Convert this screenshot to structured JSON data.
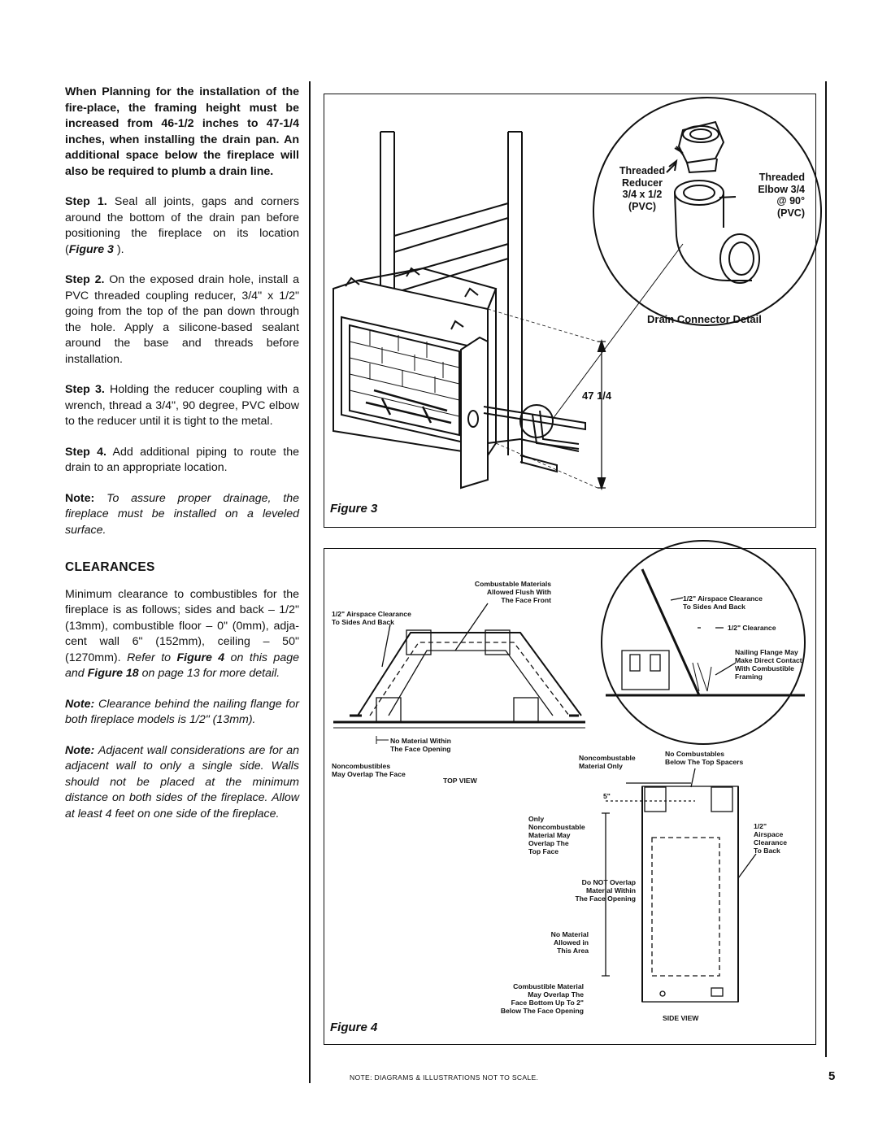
{
  "intro": "When Planning for the installation of the fire-place, the framing height must be increased from 46-1/2 inches to 47-1/4 inches, when installing the drain pan. An additional space below the fireplace will also be required to plumb a drain line.",
  "steps": [
    {
      "label": "Step 1.",
      "text": "Seal all joints, gaps and corners around the bottom of the drain pan before positioning the fireplace on its location (",
      "ref": "Figure 3",
      "after": " )."
    },
    {
      "label": "Step 2.",
      "text": "On the exposed drain hole, install a PVC threaded coupling reducer, 3/4\" x 1/2\" going from the top of the pan down through the hole. Apply a silicone-based sealant around the base and threads before installation."
    },
    {
      "label": "Step 3.",
      "text": "Holding the reducer coupling with a wrench, thread a 3/4\", 90 degree, PVC elbow to the reducer until it is tight to the metal."
    },
    {
      "label": "Step 4.",
      "text": "Add additional piping to route the drain to an appropriate location."
    }
  ],
  "note1": {
    "label": "Note:",
    "text": "To assure proper drainage, the fireplace must be installed on a leveled surface."
  },
  "clearances": {
    "heading": "CLEARANCES",
    "body": "Minimum clearance to combustibles for the fireplace is as follows; sides and back – 1/2\" (13mm), combustible floor – 0\" (0mm), adja-cent wall 6\" (152mm), ceiling – 50\" (1270mm).",
    "refer_pre": "Refer to ",
    "refer_fig4": "Figure 4",
    "refer_mid": " on this page and ",
    "refer_fig18": "Figure 18",
    "refer_post": " on page 13 for more detail.",
    "note2_label": "Note:",
    "note2_text": "Clearance behind the nailing flange for both fireplace models is 1/2\" (13mm).",
    "note3_label": "Note:",
    "note3_text": "Adjacent wall considerations are for an adjacent wall to only a single side. Walls should not be placed at the minimum distance on both sides of the fireplace. Allow at least 4 feet on one side of the fireplace."
  },
  "figure3": {
    "label": "Figure 3",
    "reducer": [
      "Threaded",
      "Reducer",
      "3/4  x 1/2",
      "(PVC)"
    ],
    "elbow": [
      "Threaded",
      "Elbow 3/4",
      "@ 90°",
      "(PVC)"
    ],
    "detail_title": "Drain Connector Detail",
    "dimension": "47 1/4"
  },
  "figure4": {
    "label": "Figure 4",
    "combustable_materials": [
      "Combustable Materials",
      "Allowed Flush With",
      "The Face Front"
    ],
    "airspace_sides_left": [
      "1/2\" Airspace Clearance",
      "To Sides And Back"
    ],
    "airspace_sides_right": [
      "1/2\" Airspace Clearance",
      "To Sides And Back"
    ],
    "half_clearance": "1/2\" Clearance",
    "nailing_flange": [
      "Nailing Flange May",
      "Make Direct Contact",
      "With Combustible",
      "Framing"
    ],
    "no_material_within": [
      "No Material Within",
      "The Face Opening"
    ],
    "noncombustibles_overlap": [
      "Noncombustibles",
      "May Overlap The Face"
    ],
    "top_view": "TOP VIEW",
    "noncombustable_only": [
      "Noncombustable",
      "Material Only"
    ],
    "no_combustibles_top": [
      "No Combustables",
      "Below The Top Spacers"
    ],
    "five_inch": "5\"",
    "only_noncomb": [
      "Only",
      "Noncombustable",
      "Material May",
      "Overlap The",
      "Top Face"
    ],
    "airspace_back": [
      "1/2\"",
      "Airspace",
      "Clearance",
      "To Back"
    ],
    "do_not_overlap": [
      "Do NOT Overlap",
      "Material Within",
      "The Face Opening"
    ],
    "no_material_allowed": [
      "No Material",
      "Allowed in",
      "This Area"
    ],
    "combustible_overlap": [
      "Combustible Material",
      "May Overlap The",
      "Face Bottom Up To 2\"",
      "Below The Face Opening"
    ],
    "side_view": "SIDE VIEW"
  },
  "footnote": "NOTE: DIAGRAMS & ILLUSTRATIONS NOT TO SCALE.",
  "page_number": "5"
}
